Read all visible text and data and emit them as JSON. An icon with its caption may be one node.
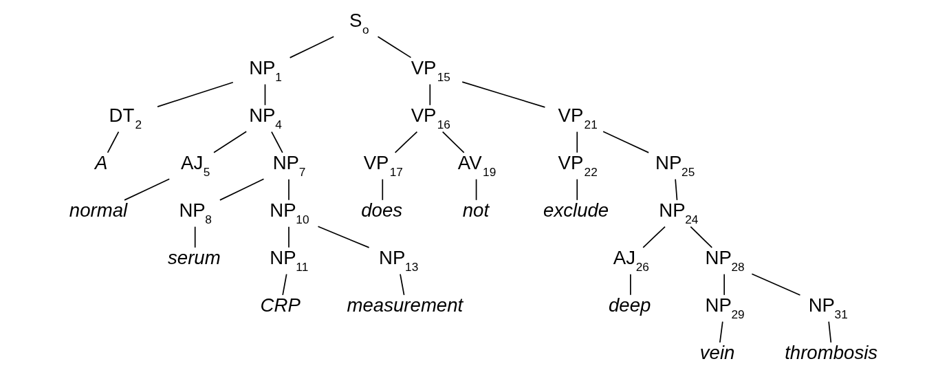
{
  "diagram": {
    "nodes": [
      {
        "text": [
          "S$_{o}$"
        ]
      },
      {
        "text": [
          "NP$_{1}$"
        ]
      },
      {
        "text": [
          "VP$_{15}$"
        ]
      },
      {
        "text": [
          "DT$_{2}$"
        ]
      },
      {
        "text": [
          "NP$_{4}$"
        ]
      },
      {
        "text": [
          "VP$_{16}$"
        ]
      },
      {
        "text": [
          "VP$_{21}$"
        ]
      },
      {
        "text": [
          "A"
        ]
      },
      {
        "text": [
          "AJ$_{5}$"
        ]
      },
      {
        "text": [
          "NP$_{7}$"
        ]
      },
      {
        "text": [
          "VP$_{17}$"
        ]
      },
      {
        "text": [
          "AV$_{19}$"
        ]
      },
      {
        "text": [
          "VP$_{22}$"
        ]
      },
      {
        "text": [
          "NP$_{25}$"
        ]
      },
      {
        "text": [
          "normal"
        ]
      },
      {
        "text": [
          "NP$_{8}$"
        ]
      },
      {
        "text": [
          "NP$_{10}$"
        ]
      },
      {
        "text": [
          "does"
        ]
      },
      {
        "text": [
          "not"
        ]
      },
      {
        "text": [
          "exclude"
        ]
      },
      {
        "text": [
          "NP$_{24}$"
        ]
      },
      {
        "text": [
          "serum"
        ]
      },
      {
        "text": [
          "NP$_{11}$"
        ]
      },
      {
        "text": [
          "NP$_{13}$"
        ]
      },
      {
        "text": [
          "AJ$_{26}$"
        ]
      },
      {
        "text": [
          "NP$_{28}$"
        ]
      },
      {
        "text": [
          "CRP"
        ]
      },
      {
        "text": [
          "measurement"
        ]
      },
      {
        "text": [
          "deep"
        ]
      },
      {
        "text": [
          "NP$_{29}$"
        ]
      },
      {
        "text": [
          "NP$_{31}$"
        ]
      },
      {
        "text": [
          "vein"
        ]
      },
      {
        "text": [
          "thrombosis"
        ]
      }
    ],
    "edges": [
      {
        "from": 0,
        "to": 1,
        "arrow": "none"
      },
      {
        "from": 0,
        "to": 2,
        "arrow": "none"
      },
      {
        "from": 1,
        "to": 3,
        "arrow": "none"
      },
      {
        "from": 1,
        "to": 4,
        "arrow": "none"
      },
      {
        "from": 3,
        "to": 7,
        "arrow": "none"
      },
      {
        "from": 4,
        "to": 8,
        "arrow": "none"
      },
      {
        "from": 4,
        "to": 9,
        "arrow": "none"
      },
      {
        "from": 8,
        "to": 14,
        "arrow": "none"
      },
      {
        "from": 9,
        "to": 15,
        "arrow": "none"
      },
      {
        "from": 9,
        "to": 16,
        "arrow": "none"
      },
      {
        "from": 15,
        "to": 21,
        "arrow": "none"
      },
      {
        "from": 16,
        "to": 22,
        "arrow": "none"
      },
      {
        "from": 16,
        "to": 23,
        "arrow": "none"
      },
      {
        "from": 22,
        "to": 26,
        "arrow": "none"
      },
      {
        "from": 23,
        "to": 27,
        "arrow": "none"
      },
      {
        "from": 2,
        "to": 5,
        "arrow": "none"
      },
      {
        "from": 2,
        "to": 6,
        "arrow": "none"
      },
      {
        "from": 5,
        "to": 10,
        "arrow": "none"
      },
      {
        "from": 5,
        "to": 11,
        "arrow": "none"
      },
      {
        "from": 10,
        "to": 17,
        "arrow": "none"
      },
      {
        "from": 11,
        "to": 18,
        "arrow": "none"
      },
      {
        "from": 6,
        "to": 12,
        "arrow": "none"
      },
      {
        "from": 6,
        "to": 13,
        "arrow": "none"
      },
      {
        "from": 12,
        "to": 19,
        "arrow": "none"
      },
      {
        "from": 13,
        "to": 20,
        "arrow": "none"
      },
      {
        "from": 20,
        "to": 24,
        "arrow": "none"
      },
      {
        "from": 20,
        "to": 25,
        "arrow": "none"
      },
      {
        "from": 24,
        "to": 28,
        "arrow": "none"
      },
      {
        "from": 25,
        "to": 29,
        "arrow": "none"
      },
      {
        "from": 25,
        "to": 30,
        "arrow": "none"
      },
      {
        "from": 29,
        "to": 31,
        "arrow": "none"
      },
      {
        "from": 30,
        "to": 32,
        "arrow": "none"
      }
    ]
  }
}
